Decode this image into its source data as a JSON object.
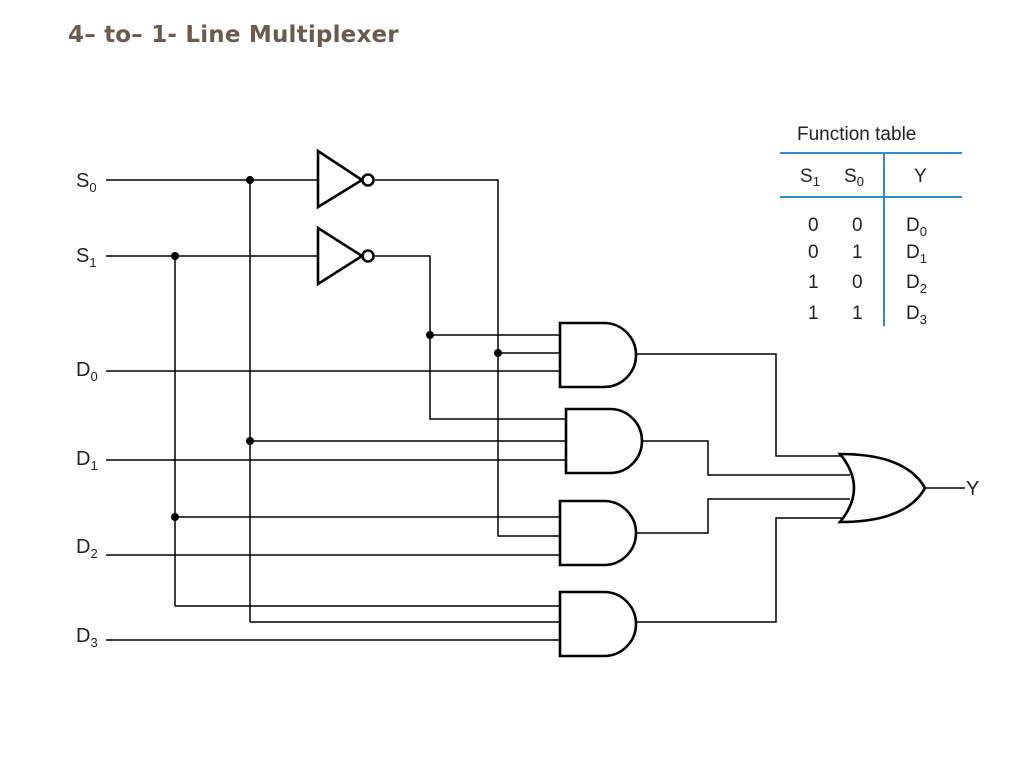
{
  "title": "4– to– 1- Line Multiplexer",
  "inputs": [
    {
      "main": "S",
      "sub": "0"
    },
    {
      "main": "S",
      "sub": "1"
    },
    {
      "main": "D",
      "sub": "0"
    },
    {
      "main": "D",
      "sub": "1"
    },
    {
      "main": "D",
      "sub": "2"
    },
    {
      "main": "D",
      "sub": "3"
    }
  ],
  "output": "Y",
  "function_table": {
    "title": "Function table",
    "headers": [
      {
        "main": "S",
        "sub": "1"
      },
      {
        "main": "S",
        "sub": "0"
      },
      {
        "main": "Y",
        "sub": ""
      }
    ],
    "rows": [
      {
        "s1": "0",
        "s0": "0",
        "y": "D",
        "ysub": "0"
      },
      {
        "s1": "0",
        "s0": "1",
        "y": "D",
        "ysub": "1"
      },
      {
        "s1": "1",
        "s0": "0",
        "y": "D",
        "ysub": "2"
      },
      {
        "s1": "1",
        "s0": "1",
        "y": "D",
        "ysub": "3"
      }
    ]
  },
  "colors": {
    "title": "#6b5a4e",
    "table_rule": "#2f8fc4",
    "wire": "#000000"
  }
}
